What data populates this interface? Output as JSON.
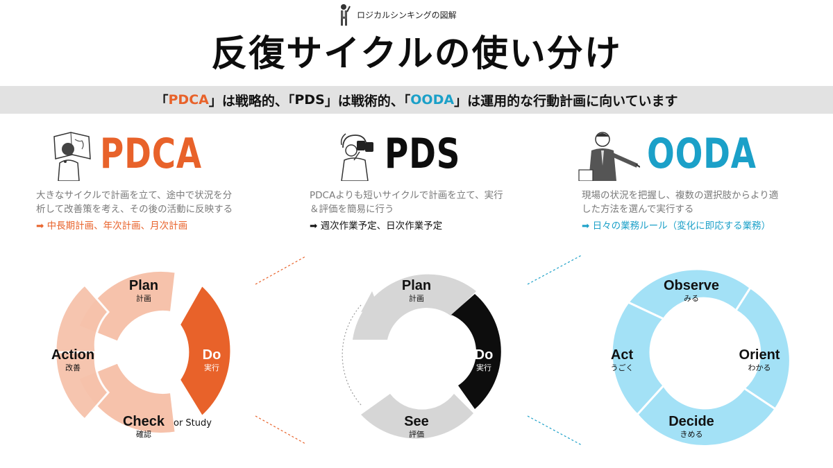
{
  "header": {
    "brand": "ロジカルシンキングの図解",
    "title": "反復サイクルの使い分け"
  },
  "subtitle": {
    "q1o": "「",
    "pdca": "PDCA",
    "q1c": "」は戦略的、「",
    "pds": "PDS",
    "q2c": "」は戦術的、「",
    "ooda": "OODA",
    "rest": "」は運用的な行動計画に向いています"
  },
  "pdca": {
    "name": "PDCA",
    "desc1": "大きなサイクルで計画を立て、途中で状況を分",
    "desc2": "析して改善策を考え、その後の活動に反映する",
    "use": "➡ 中長期計画、年次計画、月次計画",
    "plan": "Plan",
    "plan_sub": "計画",
    "do": "Do",
    "do_sub": "実行",
    "check": "Check",
    "check_sub": "確認",
    "check_extra": "or Study",
    "action": "Action",
    "action_sub": "改善"
  },
  "pds": {
    "name": "PDS",
    "desc1": "PDCAよりも短いサイクルで計画を立て、実行",
    "desc2": "＆評価を簡易に行う",
    "use": "➡ 週次作業予定、日次作業予定",
    "plan": "Plan",
    "plan_sub": "計画",
    "do": "Do",
    "do_sub": "実行",
    "see": "See",
    "see_sub": "評価"
  },
  "ooda": {
    "name": "OODA",
    "desc1": "現場の状況を把握し、複数の選択肢からより適",
    "desc2": "した方法を選んで実行する",
    "use": "➡ 日々の業務ルール（変化に即応する業務）",
    "observe": "Observe",
    "observe_sub": "みる",
    "orient": "Orient",
    "orient_sub": "わかる",
    "decide": "Decide",
    "decide_sub": "きめる",
    "act": "Act",
    "act_sub": "うごく"
  },
  "colors": {
    "orange": "#e8622a",
    "orange_light": "#f6c2ab",
    "black": "#0d0d0d",
    "gray_light": "#d6d6d6",
    "blue": "#1ba0c8",
    "blue_light": "#a3e1f6"
  },
  "icons": [
    "businessman-flag-icon",
    "person-map-icon",
    "person-binoculars-icon",
    "person-pointing-icon"
  ]
}
